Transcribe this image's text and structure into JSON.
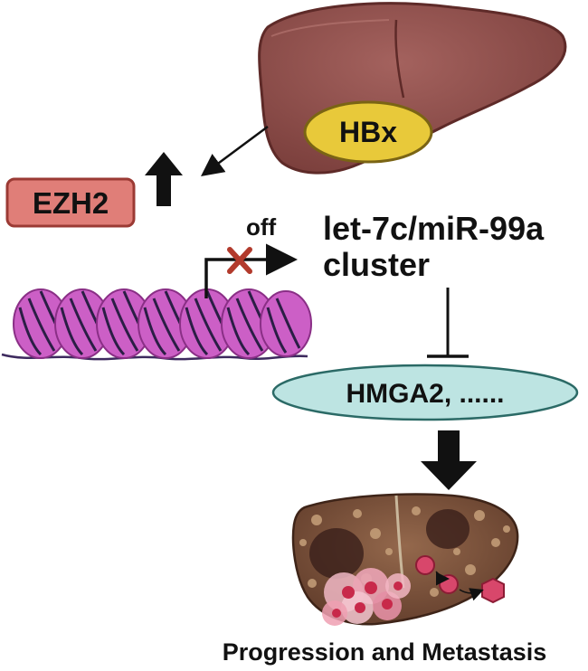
{
  "labels": {
    "hbx": "HBx",
    "ezh2": "EZH2",
    "off": "off",
    "mirna_line1": "let-7c/miR-99a",
    "mirna_line2": "cluster",
    "hmga2": "HMGA2, ......",
    "outcome": "Progression and Metastasis"
  },
  "colors": {
    "liver": "#8e4f4c",
    "liver_dark": "#6e3432",
    "hbx_fill": "#e8c93a",
    "ezh2_fill": "#e07e78",
    "ezh2_border": "#9b3a34",
    "nucleosome": "#cc5fc6",
    "nucleosome_dark": "#8a2f86",
    "hmga2_fill": "#bde4e2",
    "block_x": "#b23a2c",
    "tumor_liver": "#7a4f3a",
    "tumor_cell": "#d8476b"
  },
  "icons": {
    "up_arrow": "up-arrow-icon",
    "block_x": "x-mark-icon",
    "liver": "liver-icon",
    "tumor_liver": "tumor-liver-icon"
  }
}
